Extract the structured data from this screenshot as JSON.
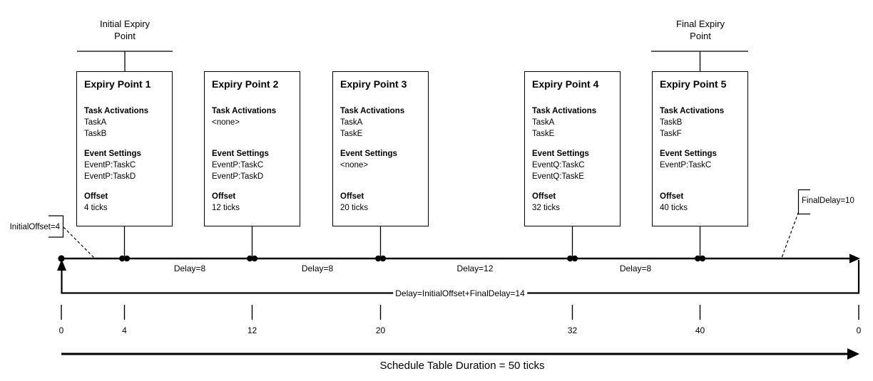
{
  "labels": {
    "initial_expiry": "Initial Expiry\nPoint",
    "final_expiry": "Final Expiry\nPoint",
    "initial_offset_callout": "InitialOffset=4",
    "final_delay_callout": "FinalDelay=10",
    "wrap_delay": "Delay=InitialOffset+FinalDelay=14",
    "duration": "Schedule Table Duration = 50 ticks"
  },
  "section_headers": {
    "tasks": "Task Activations",
    "events": "Event Settings",
    "offset": "Offset"
  },
  "expiry_points": [
    {
      "title": "Expiry Point 1",
      "tasks": [
        "TaskA",
        "TaskB"
      ],
      "events": [
        "EventP:TaskC",
        "EventP:TaskD"
      ],
      "offset": "4 ticks"
    },
    {
      "title": "Expiry Point 2",
      "tasks": [
        "<none>"
      ],
      "events": [
        "EventP:TaskC",
        "EventP:TaskD"
      ],
      "offset": "12 ticks"
    },
    {
      "title": "Expiry Point 3",
      "tasks": [
        "TaskA",
        "TaskE"
      ],
      "events": [
        "<none>"
      ],
      "offset": "20 ticks"
    },
    {
      "title": "Expiry Point 4",
      "tasks": [
        "TaskA",
        "TaskE"
      ],
      "events": [
        "EventQ:TaskC",
        "EventQ:TaskE"
      ],
      "offset": "32 ticks"
    },
    {
      "title": "Expiry Point 5",
      "tasks": [
        "TaskB",
        "TaskF"
      ],
      "events": [
        "EventP:TaskC"
      ],
      "offset": "40 ticks"
    }
  ],
  "delay_labels": [
    "Delay=8",
    "Delay=8",
    "Delay=12",
    "Delay=8"
  ],
  "axis_ticks": [
    "0",
    "4",
    "12",
    "20",
    "32",
    "40",
    "0"
  ],
  "colors": {
    "ink": "#000000",
    "background": "#ffffff"
  }
}
